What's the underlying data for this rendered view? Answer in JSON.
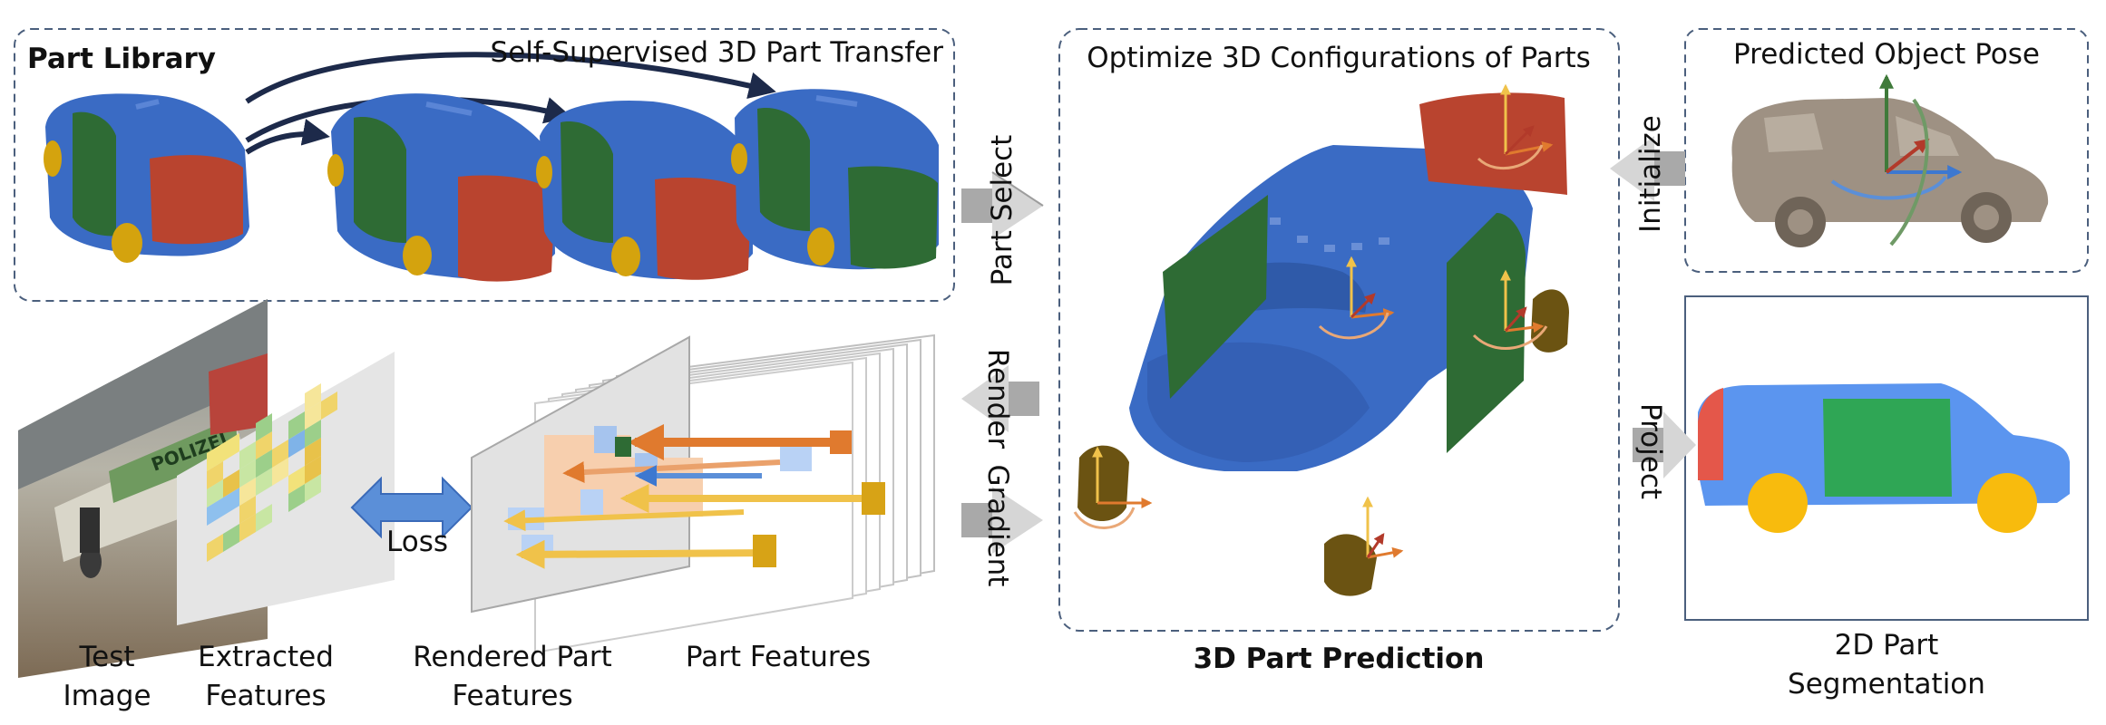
{
  "labels": {
    "part_library": "Part Library",
    "self_supervised": "Self-Supervised 3D Part Transfer",
    "optimize": "Optimize 3D Configurations of Parts",
    "predicted_pose": "Predicted Object Pose",
    "part_select": "Part Select",
    "initialize": "Initialize",
    "render": "Render",
    "gradient": "Gradient",
    "project": "Project",
    "loss": "Loss",
    "test_image_1": "Test",
    "test_image_2": "Image",
    "extracted_1": "Extracted",
    "extracted_2": "Features",
    "rendered_1": "Rendered Part",
    "rendered_2": "Features",
    "part_features": "Part Features",
    "part_prediction": "3D Part Prediction",
    "seg_1": "2D Part",
    "seg_2": "Segmentation",
    "police_text": "POLIZEI"
  },
  "colors": {
    "body_blue": "#3a6bc4",
    "part_red": "#b9442f",
    "part_green": "#2e6b34",
    "wheel_gold": "#d4a30e",
    "seg_blue": "#5b95ef",
    "seg_green": "#2fa655",
    "seg_red": "#e4574a",
    "seg_yellow": "#f8bb0d",
    "box_dash": "#4b5f7d",
    "arrow_gray": "#a9a9a9",
    "loss_blue": "#5b8fd8",
    "pose_taupe": "#9e9183"
  },
  "icons": [
    "curved-arrow-icon",
    "block-arrow-icon",
    "double-arrow-icon",
    "axis-gizmo-icon"
  ]
}
